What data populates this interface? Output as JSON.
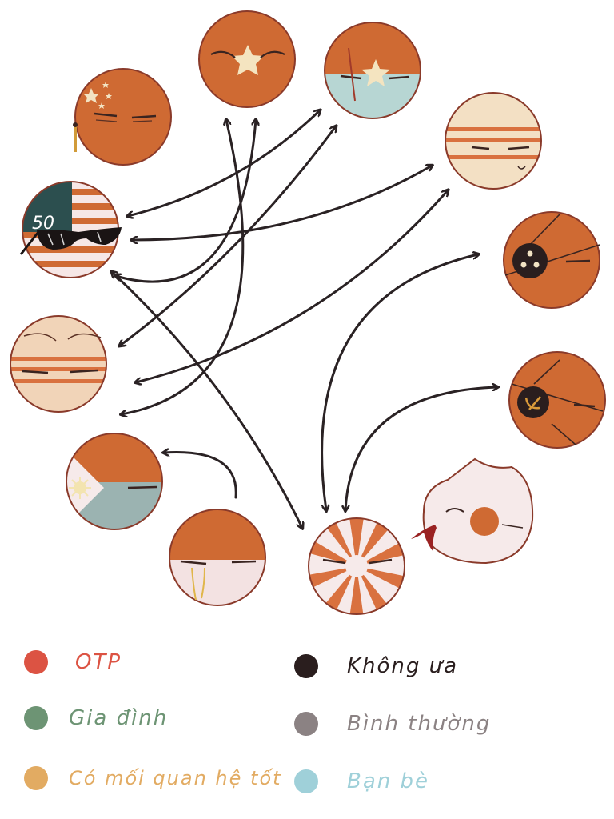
{
  "diagram": {
    "colors": {
      "ball_orange": "#cf6a33",
      "outline": "#8a3a2a",
      "arrow": "#2a2224",
      "cream": "#f3e0c4",
      "teal": "#b7d6d3",
      "skin": "#f1d4b8",
      "white": "#f7ecec",
      "navy": "#2c4f4f"
    },
    "labels": {
      "usa_cap_text": "50"
    }
  },
  "legend": [
    {
      "label": "OTP",
      "color": "#dc5343",
      "text_color": "#dc5343"
    },
    {
      "label": "Không ưa",
      "color": "#2a1e1e",
      "text_color": "#2a1e1e"
    },
    {
      "label": "Gia đình",
      "color": "#6d9474",
      "text_color": "#6d9474"
    },
    {
      "label": "Bình thường",
      "color": "#8b8283",
      "text_color": "#8b8283"
    },
    {
      "label": "Có mối quan hệ tốt",
      "color": "#e2ab62",
      "text_color": "#e2ab62"
    },
    {
      "label": "Bạn bè",
      "color": "#9fd0d9",
      "text_color": "#9fd0d9"
    }
  ]
}
